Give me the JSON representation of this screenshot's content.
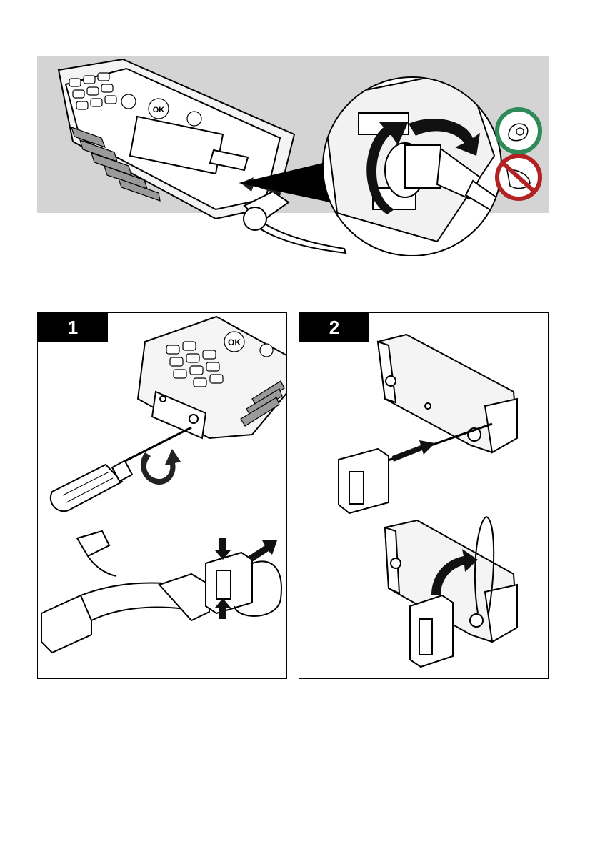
{
  "figure_top": {
    "status_icons": [
      {
        "name": "allowed-hand-icon",
        "color": "#2e8b57"
      },
      {
        "name": "not-allowed-hand-icon",
        "color": "#b22222"
      }
    ],
    "keypad_ok_label": "OK"
  },
  "steps": [
    {
      "number": "1",
      "keypad_ok_label": "OK"
    },
    {
      "number": "2"
    }
  ],
  "colors": {
    "line": "#000000",
    "panel_fill": "#d9d9d9",
    "arrow": "#222222"
  }
}
